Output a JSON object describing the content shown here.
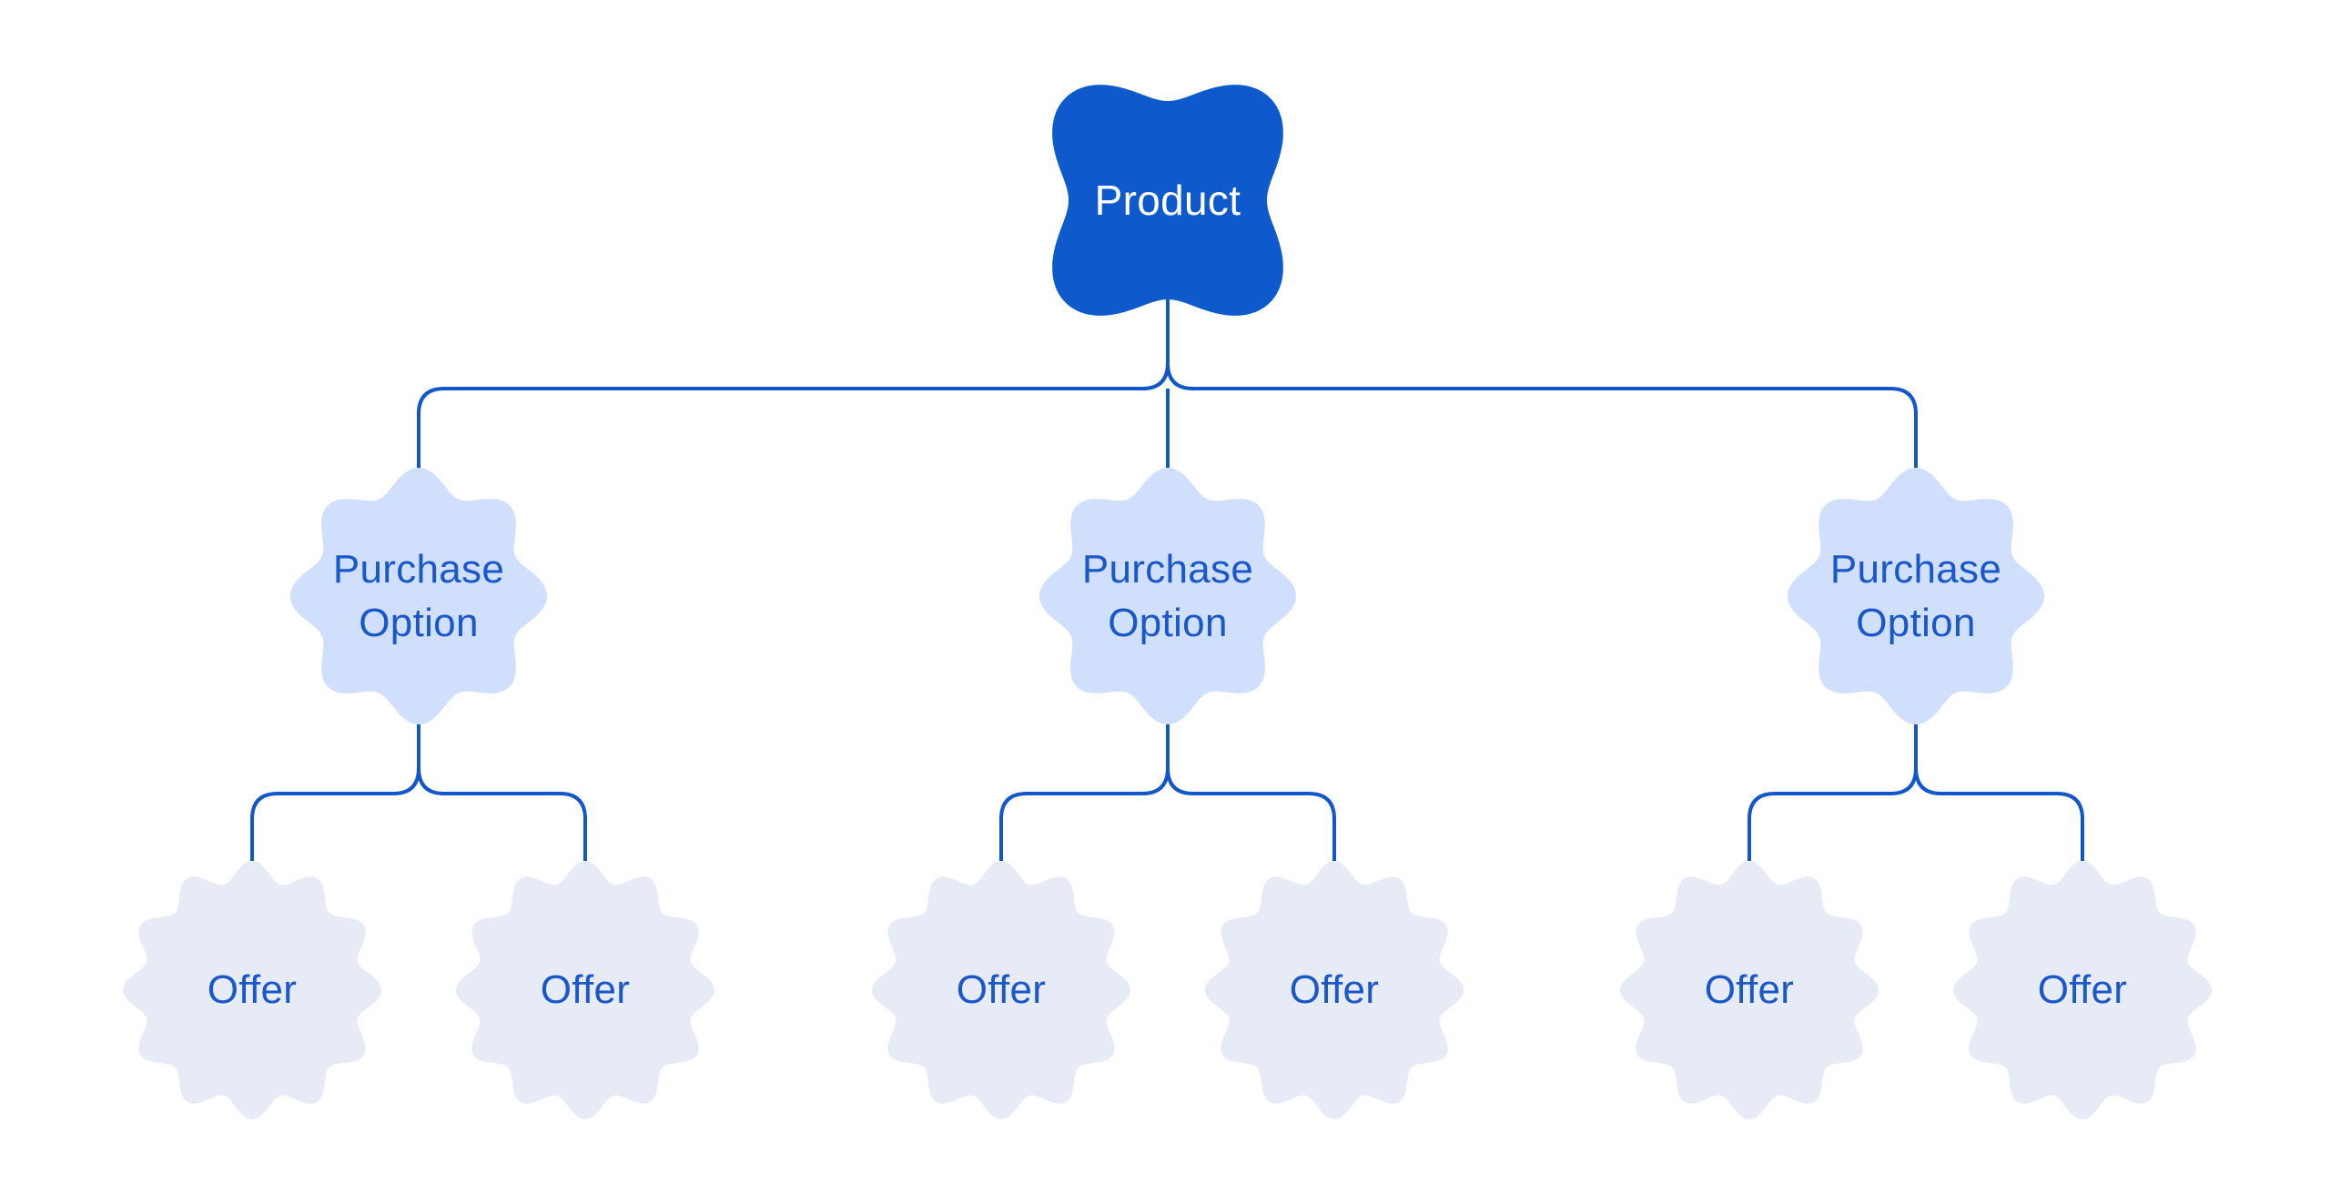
{
  "colors": {
    "background": "#ffffff",
    "product_fill": "#0e5acd",
    "product_text": "#ffffff",
    "purchase_option_fill": "#cfdffc",
    "offer_fill": "#e7ebf6",
    "node_text_blue": "#1a57ca",
    "connector": "#1157cb"
  },
  "nodes": {
    "product": {
      "label": "Product"
    },
    "purchase_options": [
      {
        "label": "Purchase Option"
      },
      {
        "label": "Purchase Option"
      },
      {
        "label": "Purchase Option"
      }
    ],
    "offers": [
      {
        "label": "Offer"
      },
      {
        "label": "Offer"
      },
      {
        "label": "Offer"
      },
      {
        "label": "Offer"
      },
      {
        "label": "Offer"
      },
      {
        "label": "Offer"
      }
    ]
  }
}
